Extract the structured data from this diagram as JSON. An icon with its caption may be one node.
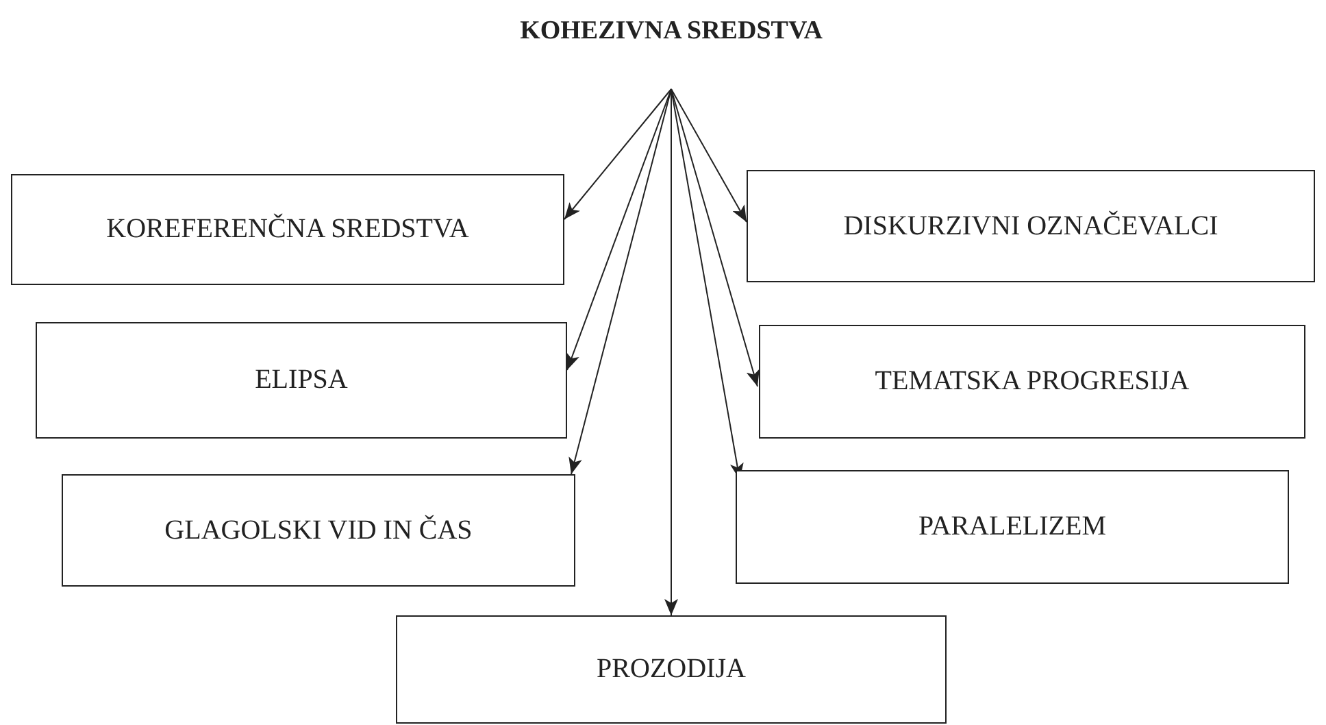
{
  "diagram": {
    "nodes": [
      {
        "text": [
          "KOHEZIVNA SREDSTVA"
        ]
      },
      {
        "text": [
          "KOREFERENČNA SREDSTVA"
        ]
      },
      {
        "text": [
          "DISKURZIVNI OZNAČEVALCI"
        ]
      },
      {
        "text": [
          "ELIPSA"
        ]
      },
      {
        "text": [
          "TEMATSKA PROGRESIJA"
        ]
      },
      {
        "text": [
          "GLAGOLSKI VID IN ČAS"
        ]
      },
      {
        "text": [
          "PARALELIZEM"
        ]
      },
      {
        "text": [
          "PROZODIJA"
        ]
      }
    ],
    "edges": [
      {
        "from": 0,
        "to": 1,
        "arrow": "to"
      },
      {
        "from": 0,
        "to": 2,
        "arrow": "to"
      },
      {
        "from": 0,
        "to": 3,
        "arrow": "to"
      },
      {
        "from": 0,
        "to": 4,
        "arrow": "to"
      },
      {
        "from": 0,
        "to": 5,
        "arrow": "to"
      },
      {
        "from": 0,
        "to": 6,
        "arrow": "to"
      },
      {
        "from": 0,
        "to": 7,
        "arrow": "to"
      }
    ]
  }
}
